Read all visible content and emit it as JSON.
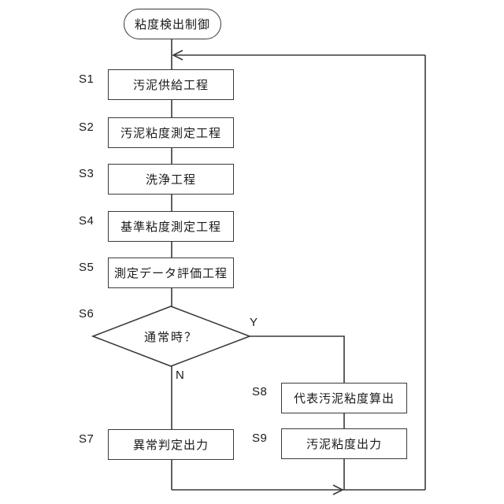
{
  "diagram": {
    "title": "粘度検出制御",
    "decision": {
      "id": "S6",
      "label": "通常時？",
      "yes_label": "Y",
      "no_label": "N"
    },
    "steps": [
      {
        "id": "S1",
        "label": "汚泥供給工程"
      },
      {
        "id": "S2",
        "label": "汚泥粘度測定工程"
      },
      {
        "id": "S3",
        "label": "洗浄工程"
      },
      {
        "id": "S4",
        "label": "基準粘度測定工程"
      },
      {
        "id": "S5",
        "label": "測定データ評価工程"
      },
      {
        "id": "S7",
        "label": "異常判定出力"
      },
      {
        "id": "S8",
        "label": "代表汚泥粘度算出"
      },
      {
        "id": "S9",
        "label": "汚泥粘度出力"
      }
    ],
    "colors": {
      "line": "#3a3a3a",
      "text": "#1a1a1a",
      "background": "#ffffff"
    }
  }
}
